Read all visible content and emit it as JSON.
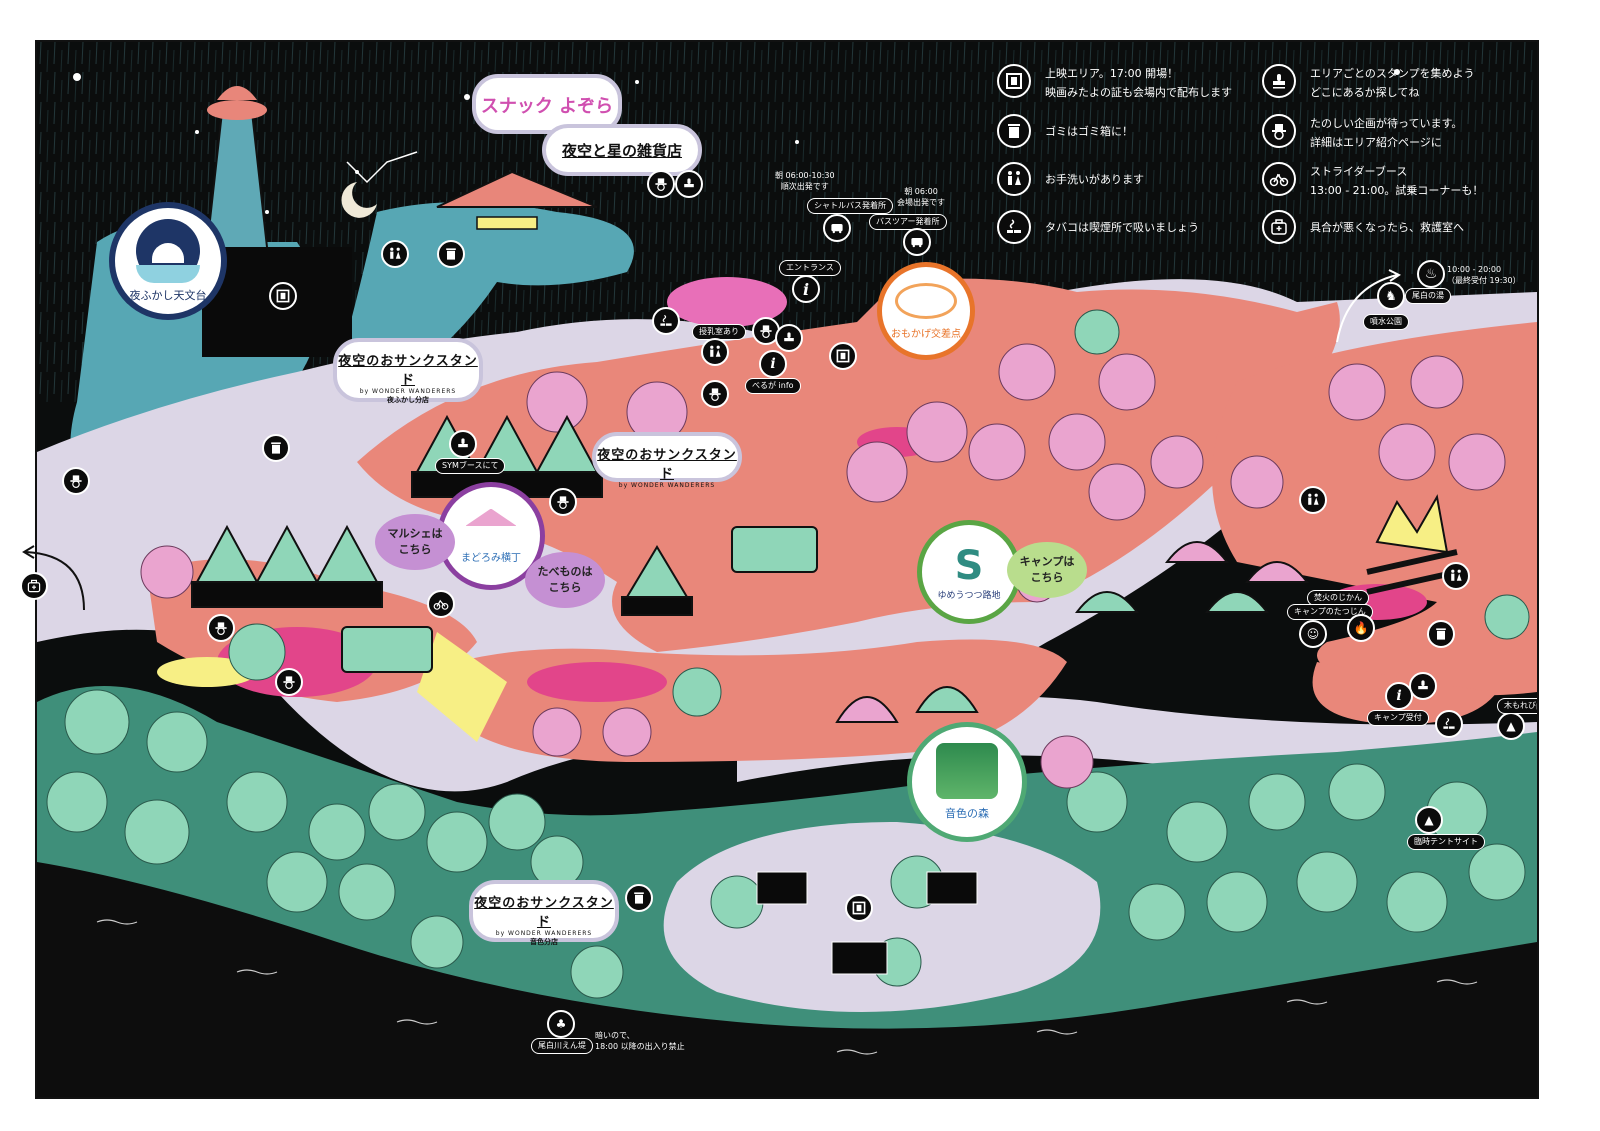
{
  "map": {
    "colors": {
      "sky": "#0b0d0d",
      "path": "#dcd6e6",
      "salmon": "#e9877a",
      "pink": "#e2458a",
      "teal_water": "#57a7b4",
      "forest": "#3f8f7a",
      "tree_green": "#8fd6b8",
      "tree_pink": "#eaa4cf",
      "yellow": "#f7ef85",
      "river": "#0d0d0d"
    },
    "legend": [
      {
        "icon": "film-icon",
        "line1": "上映エリア。17:00 開場！",
        "line2": "映画みたよの証も会場内で配布します"
      },
      {
        "icon": "trash-icon",
        "line1": "ゴミはゴミ箱に！",
        "line2": ""
      },
      {
        "icon": "restroom-icon",
        "line1": "お手洗いがあります",
        "line2": ""
      },
      {
        "icon": "smoking-icon",
        "line1": "タバコは喫煙所で吸いましょう",
        "line2": ""
      },
      {
        "icon": "stamp-icon",
        "line1": "エリアごとのスタンプを集めよう",
        "line2": "どこにあるか探してね"
      },
      {
        "icon": "event-mascot-icon",
        "line1": "たのしい企画が待っています。",
        "line2": "詳細はエリア紹介ページに"
      },
      {
        "icon": "bicycle-icon",
        "line1": "ストライダーブース",
        "line2": "13:00 - 21:00。試乗コーナーも！"
      },
      {
        "icon": "first-aid-icon",
        "line1": "具合が悪くなったら、救護室へ",
        "line2": ""
      }
    ],
    "areas": {
      "observatory": "夜ふかし天文台",
      "snack_logo": "スナック よぞら",
      "variety_store": "夜空と星の雑貨店",
      "omokage": "おもかげ交差点",
      "madoromi": "まどろみ横丁",
      "yumeutsutsu": "ゆめうつつ路地",
      "neiro_forest": "音色の森"
    },
    "shops": [
      {
        "title": "夜空のおサンクスタンド",
        "sub": "by WONDER WANDERERS",
        "branch": "夜ふかし分店"
      },
      {
        "title": "夜空のおサンクスタンド",
        "sub": "by WONDER WANDERERS",
        "branch": ""
      },
      {
        "title": "夜空のおサンクスタンド",
        "sub": "by WONDER WANDERERS",
        "branch": "音色分店"
      }
    ],
    "callouts": {
      "marche": "マルシェは\nこちら",
      "food": "たべものは\nこちら",
      "camp": "キャンプは\nこちら"
    },
    "labels": {
      "shuttle_note": "朝 06:00-10:30\n順次出発です",
      "shuttle": "シャトルバス発着所",
      "bustour_note": "朝 06:00\n会場出発です",
      "bustour": "バスツアー発着所",
      "entrance": "エントランス",
      "nursing": "授乳室あり",
      "beruga_info": "べるが info",
      "sym_booth": "SYMブースにて",
      "onsen": "尾白の湯",
      "onsen_hours": "10:00 - 20:00\n（最終受付 19:30）",
      "fountain_park": "噴水公園",
      "camp_master": "キャンプのたつじん",
      "bonfire": "焚火のじかん",
      "camp_reception": "キャンプ受付",
      "komorebi_pond": "木もれびpond",
      "temp_tent": "臨時テントサイト",
      "riverbank": "尾白川えん堤",
      "river_warning": "暗いので、\n18:00 以降の出入り禁止"
    }
  }
}
